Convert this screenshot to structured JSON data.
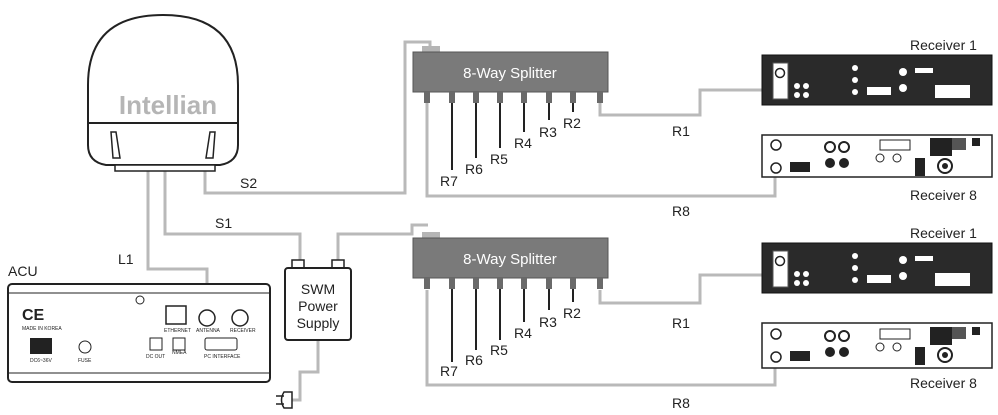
{
  "antenna": {
    "brand": "Intellian"
  },
  "splitters": [
    {
      "label": "8-Way Splitter"
    },
    {
      "label": "8-Way Splitter"
    }
  ],
  "ports": [
    "R7",
    "R6",
    "R5",
    "R4",
    "R3",
    "R2"
  ],
  "receivers": {
    "top_first": "Receiver 1",
    "top_last": "Receiver 8",
    "bottom_first": "Receiver 1",
    "bottom_last": "Receiver 8"
  },
  "cables": {
    "s1": "S1",
    "s2": "S2",
    "l1": "L1",
    "r1": "R1",
    "r8": "R8"
  },
  "acu": {
    "label": "ACU",
    "ce_mark": "CE",
    "made_in": "MADE IN KOREA",
    "power_label": "DC6~36V",
    "fuse_label": "FUSE",
    "ethernet_label": "ETHERNET",
    "antenna_label": "ANTENNA",
    "receiver_label": "RECEIVER",
    "pc_interface_label": "PC INTERFACE",
    "nmea_label": "NMEA",
    "dc_out_label": "DC OUT"
  },
  "power_supply": {
    "line1": "SWM",
    "line2": "Power",
    "line3": "Supply"
  }
}
